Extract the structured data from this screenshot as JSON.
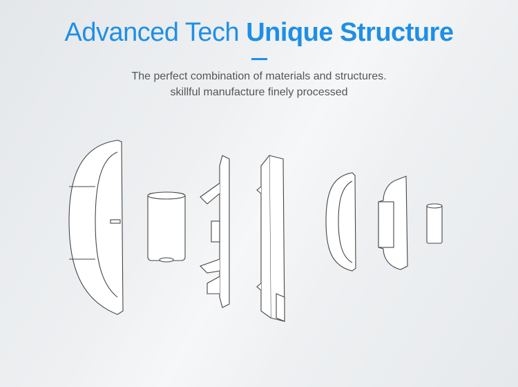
{
  "header": {
    "title_light": "Advanced Tech",
    "title_bold": "Unique Structure",
    "subtitle_line1": "The perfect combination of materials and structures.",
    "subtitle_line2": "skillful manufacture finely processed"
  },
  "colors": {
    "accent": "#1e8fe6",
    "text": "#555555"
  },
  "illustration": {
    "parts": [
      "front-cover",
      "battery",
      "bracket",
      "circuit-board",
      "magnet-cover",
      "magnet-base",
      "magnet"
    ]
  }
}
